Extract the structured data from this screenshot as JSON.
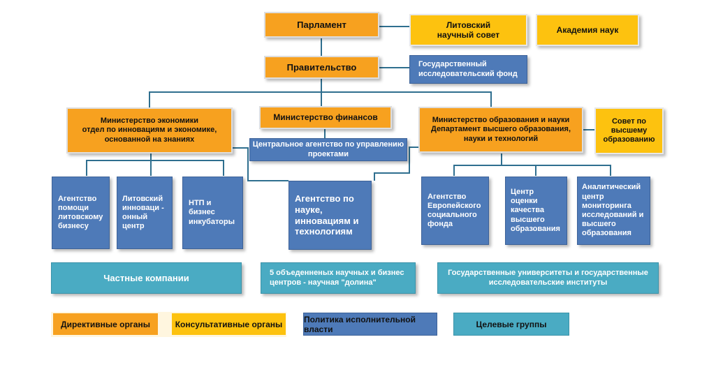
{
  "top": {
    "parliament": "Парламент",
    "lithuanian_council": "Литовский\nнаучный  совет",
    "academy": "Академия наук",
    "government": "Правительство",
    "research_fund": "Государственный\nисследовательский фонд"
  },
  "ministries": {
    "economy": "Министерство экономики\nотдел по инновациям и экономике,\nоснованной на знаниях",
    "finance": "Министерство финансов",
    "finance_agency": "Центральное агентство по управлению\nпроектами",
    "education": "Министерство образования и науки\nДепартамент высшего образования,\nнауки и технологий",
    "higher_ed_council": "Совет по\nвысшему\nобразованию"
  },
  "agencies": {
    "business_help": "Агентство\nпомощи\nлитовскому\nбизнесу",
    "innovation_center": "Литовский\nинноваци -\nонный\nцентр",
    "tech_parks": "НТП и\nбизнес\nинкубаторы",
    "science_agency": "Агентство по\nнауке,\nинновациям и\nтехнологиям",
    "esf_agency": "Агентство\nЕвропейского\nсоциального\nфонда",
    "quality_center": "Центр\nоценки\nкачества\nвысшего\nобразования",
    "monitoring_center": "Аналитический\nцентр\nмониторинга\nисследований и\nвысшего\nобразования"
  },
  "targets": {
    "private": "Частные компании",
    "valleys": "5 объеденненых научных и бизнес\nцентров - научная \"долина\"",
    "universities": "Государственные университеты и государственные\nисследовательские институты"
  },
  "legend": {
    "directive": "Директивные органы",
    "consultative": "Консультативные органы",
    "executive": "Политика исполнительной власти",
    "targets": "Целевые группы"
  },
  "colors": {
    "directive": "#f7a11f",
    "consultative": "#fdc20f",
    "executive": "#4e7ab8",
    "targets": "#4aabc3",
    "connector": "#2f6f8f"
  }
}
